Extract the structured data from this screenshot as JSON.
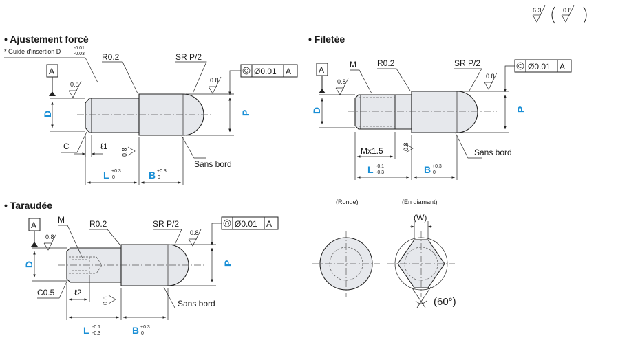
{
  "surface": {
    "rough1": "6.3",
    "rough2": "0.8"
  },
  "fit": {
    "title": "• Ajustement forcé",
    "note_prefix": "* Guide d'insertion D",
    "note_tol_up": "-0.01",
    "note_tol_lo": "-0.03",
    "datum": "A",
    "r": "R0.2",
    "sr": "SR P/2",
    "rough": "0.8",
    "coax": "Ø0.01",
    "coax_ref": "A",
    "d": "D",
    "p": "P",
    "c": "C",
    "l1": "ℓ1",
    "l": "L",
    "l_tol_up": "+0.3",
    "l_tol_lo": "0",
    "b": "B",
    "b_tol_up": "+0.3",
    "b_tol_lo": "0",
    "no_edge": "Sans bord"
  },
  "thread": {
    "title": "• Filetée",
    "datum": "A",
    "m": "M",
    "r": "R0.2",
    "sr": "SR P/2",
    "rough": "0.8",
    "coax": "Ø0.01",
    "coax_ref": "A",
    "d": "D",
    "p": "P",
    "mx": "Mx1.5",
    "l": "L",
    "l_tol_up": "-0.1",
    "l_tol_lo": "-0.3",
    "b": "B",
    "b_tol_up": "+0.3",
    "b_tol_lo": "0",
    "no_edge": "Sans bord"
  },
  "tapped": {
    "title": "• Taraudée",
    "datum": "A",
    "m": "M",
    "r": "R0.2",
    "sr": "SR P/2",
    "rough": "0.8",
    "coax": "Ø0.01",
    "coax_ref": "A",
    "d": "D",
    "p": "P",
    "c": "C0.5",
    "l2": "ℓ2",
    "l": "L",
    "l_tol_up": "-0.1",
    "l_tol_lo": "-0.3",
    "b": "B",
    "b_tol_up": "+0.3",
    "b_tol_lo": "0",
    "no_edge": "Sans bord"
  },
  "heads": {
    "round": "(Ronde)",
    "diamond": "(En diamant)",
    "w": "(W)",
    "angle": "(60°)"
  },
  "colors": {
    "dim_blue": "#1a8fd6",
    "part_fill": "#e6e8ec"
  }
}
